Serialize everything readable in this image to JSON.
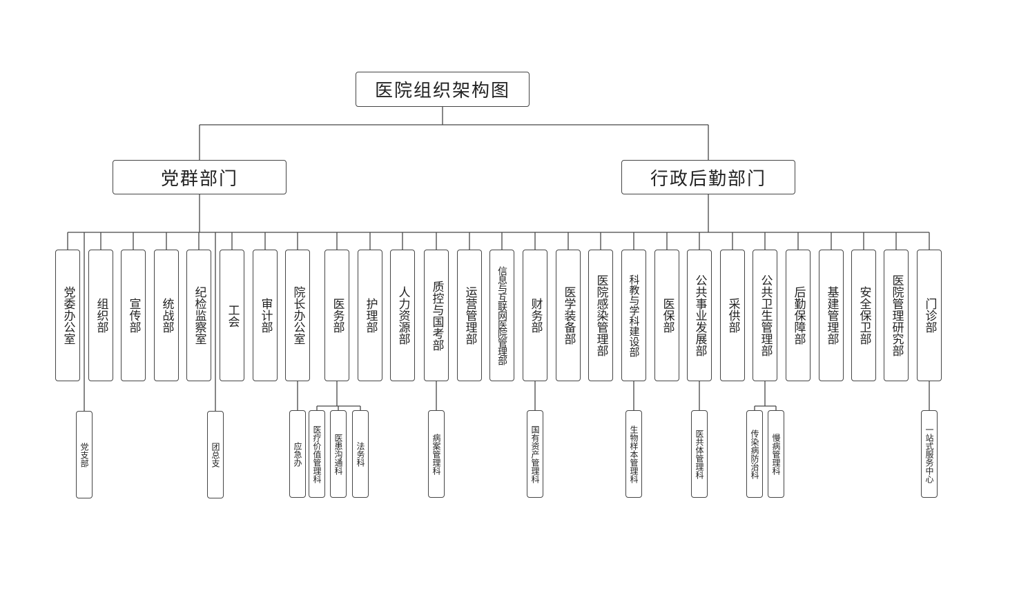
{
  "title": "医院组织架构图",
  "branches": [
    {
      "label": "党群部门"
    },
    {
      "label": "行政后勤部门"
    }
  ],
  "departments": [
    {
      "label": "党委办公室",
      "subs": []
    },
    {
      "label": "组织部",
      "subs": []
    },
    {
      "label": "宣传部",
      "subs": []
    },
    {
      "label": "统战部",
      "subs": []
    },
    {
      "label": "纪检监察室",
      "subs": []
    },
    {
      "label": "工会",
      "subs": []
    },
    {
      "label": "审计部",
      "subs": []
    },
    {
      "label": "院长办公室",
      "subs": [
        "应急办"
      ]
    },
    {
      "label": "医务部",
      "subs": [
        "医疗价值管理科",
        "医患沟通科",
        "法务科"
      ]
    },
    {
      "label": "护理部",
      "subs": []
    },
    {
      "label": "人力资源部",
      "subs": []
    },
    {
      "label": "质控与国考部",
      "subs": [
        "病案管理科"
      ]
    },
    {
      "label": "运营管理部",
      "subs": []
    },
    {
      "label": "信息与互联网医院管理部",
      "subs": []
    },
    {
      "label": "财务部",
      "subs": [
        "国有资产管理科"
      ]
    },
    {
      "label": "医学装备部",
      "subs": []
    },
    {
      "label": "医院感染管理部",
      "subs": []
    },
    {
      "label": "科教与学科建设部",
      "subs": [
        "生物样本管理科"
      ]
    },
    {
      "label": "医保部",
      "subs": []
    },
    {
      "label": "公共事业发展部",
      "subs": [
        "医共体管理科"
      ]
    },
    {
      "label": "采供部",
      "subs": []
    },
    {
      "label": "公共卫生管理部",
      "subs": [
        "传染病防治科",
        "慢病管理科"
      ]
    },
    {
      "label": "后勤保障部",
      "subs": []
    },
    {
      "label": "基建管理部",
      "subs": []
    },
    {
      "label": "安全保卫部",
      "subs": []
    },
    {
      "label": "医院管理研究部",
      "subs": []
    },
    {
      "label": "门诊部",
      "subs": [
        "一站式服务中心"
      ]
    }
  ],
  "branch_subs": [
    {
      "label": "党支部"
    },
    {
      "label": "团总支"
    }
  ]
}
